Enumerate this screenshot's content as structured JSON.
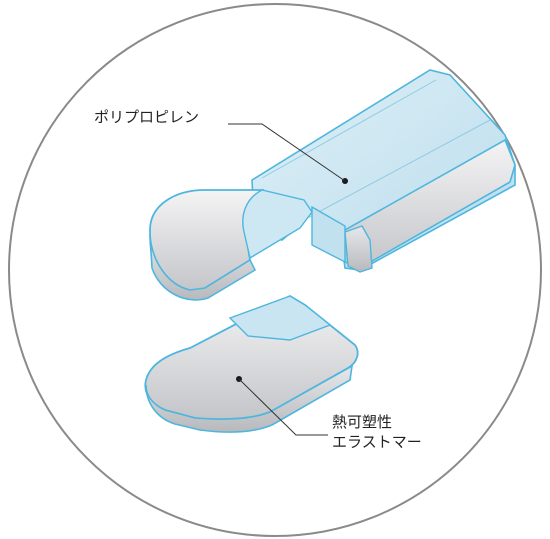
{
  "labels": {
    "polypropylene": "ポリプロピレン",
    "thermoplastic_line1": "熱可塑性",
    "thermoplastic_line2": "エラストマー"
  },
  "colors": {
    "outline": "#4eb6de",
    "polypropylene_fill": "#cfe8f2",
    "elastomer_fill": "#d9dadd",
    "circle_border": "#8a8a8a"
  }
}
